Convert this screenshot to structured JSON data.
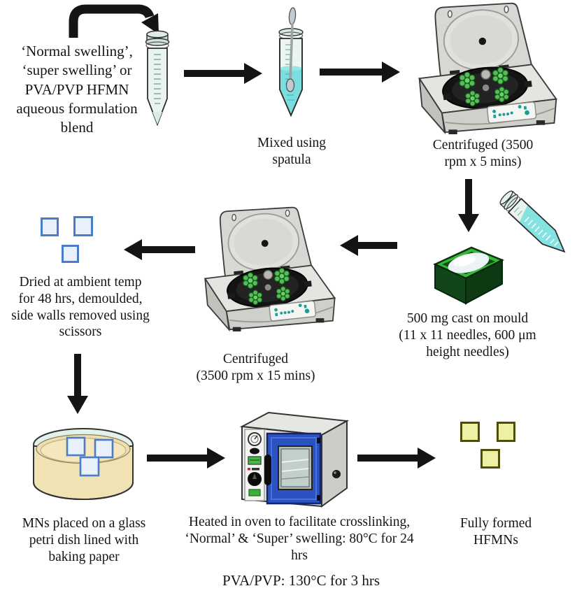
{
  "diagram": {
    "title_block": {
      "text": "‘Normal swelling’,\n‘super swelling’ or\nPVA/PVP HFMN\naqueous formulation\nblend"
    },
    "captions": {
      "mixed": "Mixed using\nspatula",
      "centrifuge1": "Centrifuged (3500\nrpm x 5 mins)",
      "cast": "500 mg cast on mould\n(11 x 11 needles, 600 μm\nheight needles)",
      "centrifuge2": "Centrifuged\n(3500 rpm x 15 mins)",
      "dried": "Dried at ambient temp\nfor 48 hrs, demoulded,\nside walls removed using\nscissors",
      "petri": "MNs placed on a glass\npetri dish lined with\nbaking paper",
      "oven": "Heated in oven to facilitate crosslinking,\n‘Normal’ & ‘Super’ swelling: 80°C for 24\nhrs",
      "final": "Fully formed\nHFMNs",
      "footnote": "PVA/PVP: 130°C for 3 hrs"
    },
    "icons": [
      "falcon-tube-icon",
      "spatula-tube-icon",
      "centrifuge-icon",
      "tilted-tube-icon",
      "mould-icon",
      "microneedle-patch-icon",
      "petri-dish-icon",
      "oven-icon"
    ],
    "colors": {
      "arrow": "#141414",
      "liquid_cyan": "#7adedd",
      "mould_green_top": "#36b83b",
      "mould_green_dark": "#11461a",
      "patch_blue_border": "#4a7cc7",
      "patch_blue_fill": "#e8f1fb",
      "patch_yellow_border": "#4e4e08",
      "patch_yellow_fill": "#eef0a3",
      "oven_door_blue": "#2c52c2",
      "petri_tan": "#f0e2b2",
      "centrifuge_grey": "#d7d7d3",
      "rotor_green": "#58bb58"
    }
  }
}
